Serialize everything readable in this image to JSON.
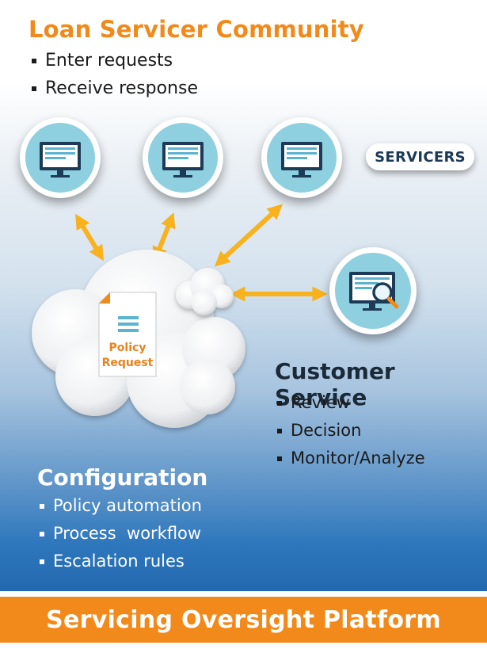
{
  "loan_community": {
    "title": "Loan Servicer Community",
    "bullets": [
      "Enter requests",
      "Receive response"
    ]
  },
  "servicers_badge": "SERVICERS",
  "document": {
    "line1": "Policy",
    "line2": "Request"
  },
  "customer_service": {
    "title": "Customer Service",
    "bullets": [
      "Review",
      "Decision",
      "Monitor/Analyze"
    ]
  },
  "configuration": {
    "title": "Configuration",
    "bullets": [
      "Policy automation",
      "Process  workflow",
      "Escalation rules"
    ]
  },
  "footer": {
    "title": "Servicing Oversight Platform"
  },
  "icons": [
    "monitor-icon",
    "monitor-icon",
    "monitor-icon",
    "monitor-magnifier-icon",
    "document-icon",
    "cloud-icon"
  ],
  "colors": {
    "accent_orange": "#f28a1b",
    "arrow_yellow": "#f7b21d",
    "circle_fill": "#8ecfe0",
    "monitor_dark": "#1d3b57",
    "panel_blue": "#2369b0"
  }
}
